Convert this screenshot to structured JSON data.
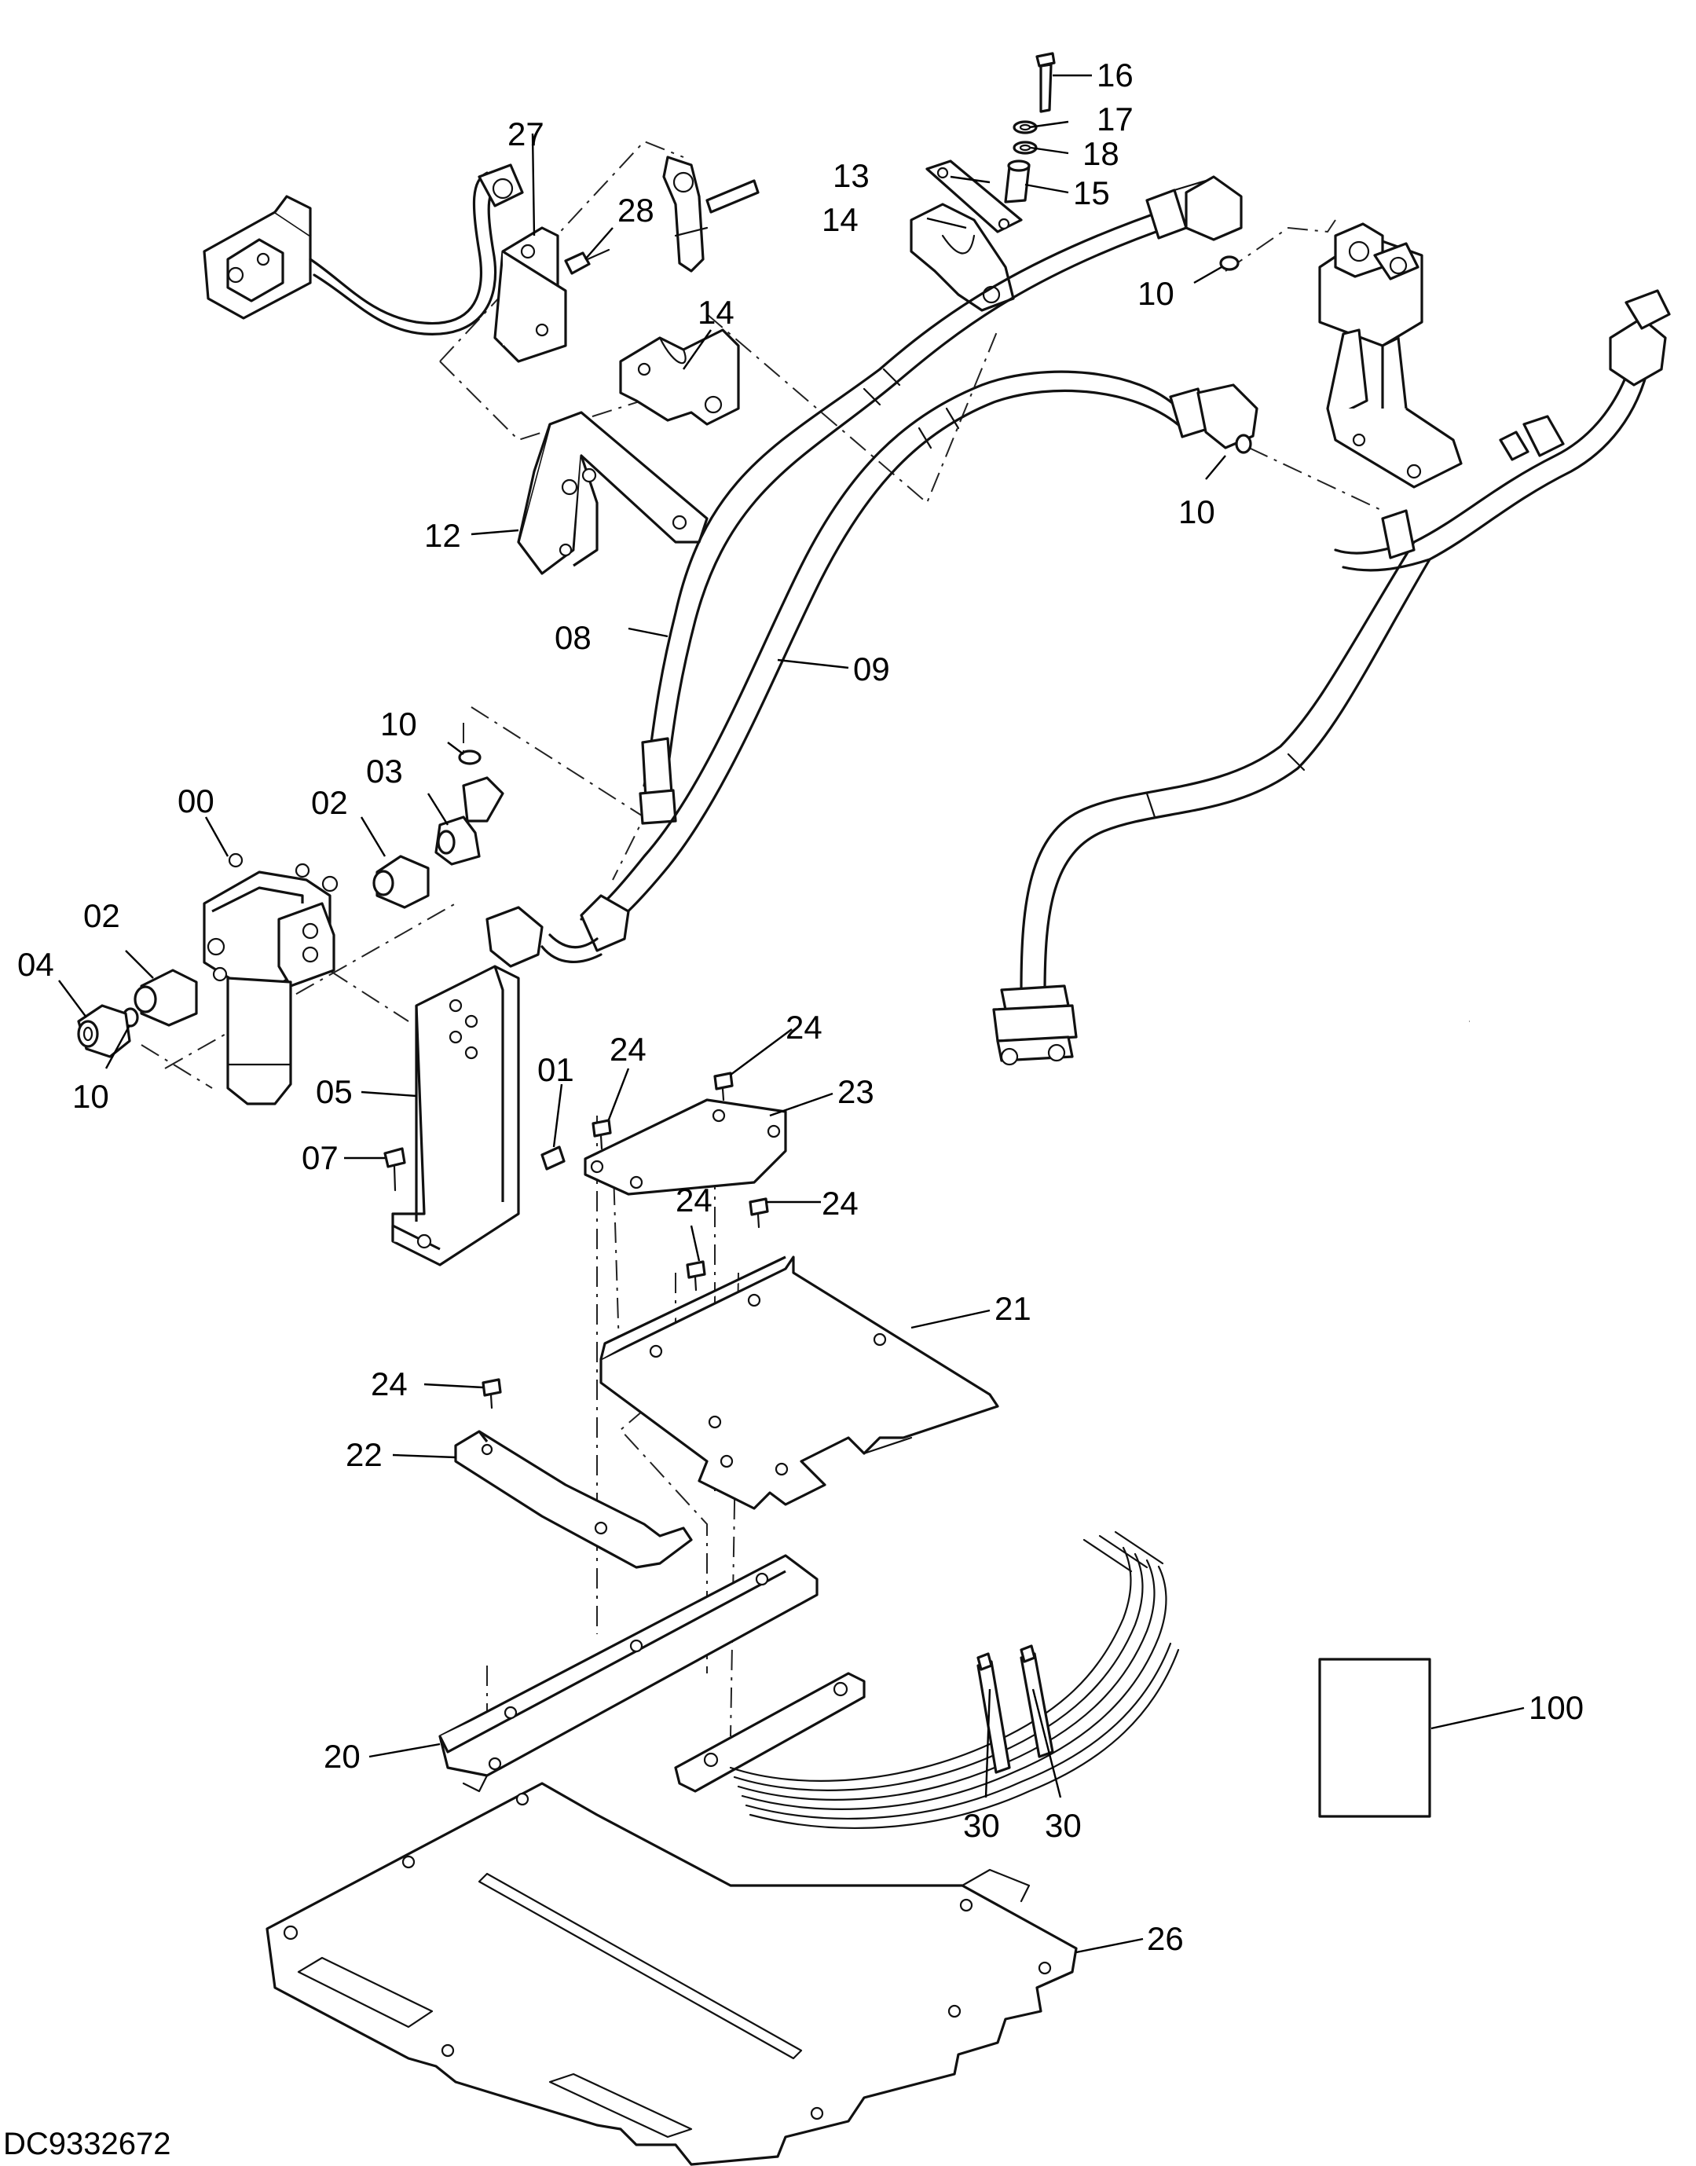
{
  "drawing_code": "DC9332672",
  "callouts": {
    "c00": "00",
    "c01": "01",
    "c02a": "02",
    "c02b": "02",
    "c03": "03",
    "c04": "04",
    "c05": "05",
    "c07": "07",
    "c08": "08",
    "c09": "09",
    "c10a": "10",
    "c10b": "10",
    "c10c": "10",
    "c10d": "10",
    "c12": "12",
    "c13": "13",
    "c14a": "14",
    "c14b": "14",
    "c15": "15",
    "c16": "16",
    "c17": "17",
    "c18": "18",
    "c20": "20",
    "c21": "21",
    "c22": "22",
    "c23": "23",
    "c24a": "24",
    "c24b": "24",
    "c24c": "24",
    "c24d": "24",
    "c24e": "24",
    "c26": "26",
    "c27": "27",
    "c28": "28",
    "c30a": "30",
    "c30b": "30",
    "c100": "100"
  }
}
